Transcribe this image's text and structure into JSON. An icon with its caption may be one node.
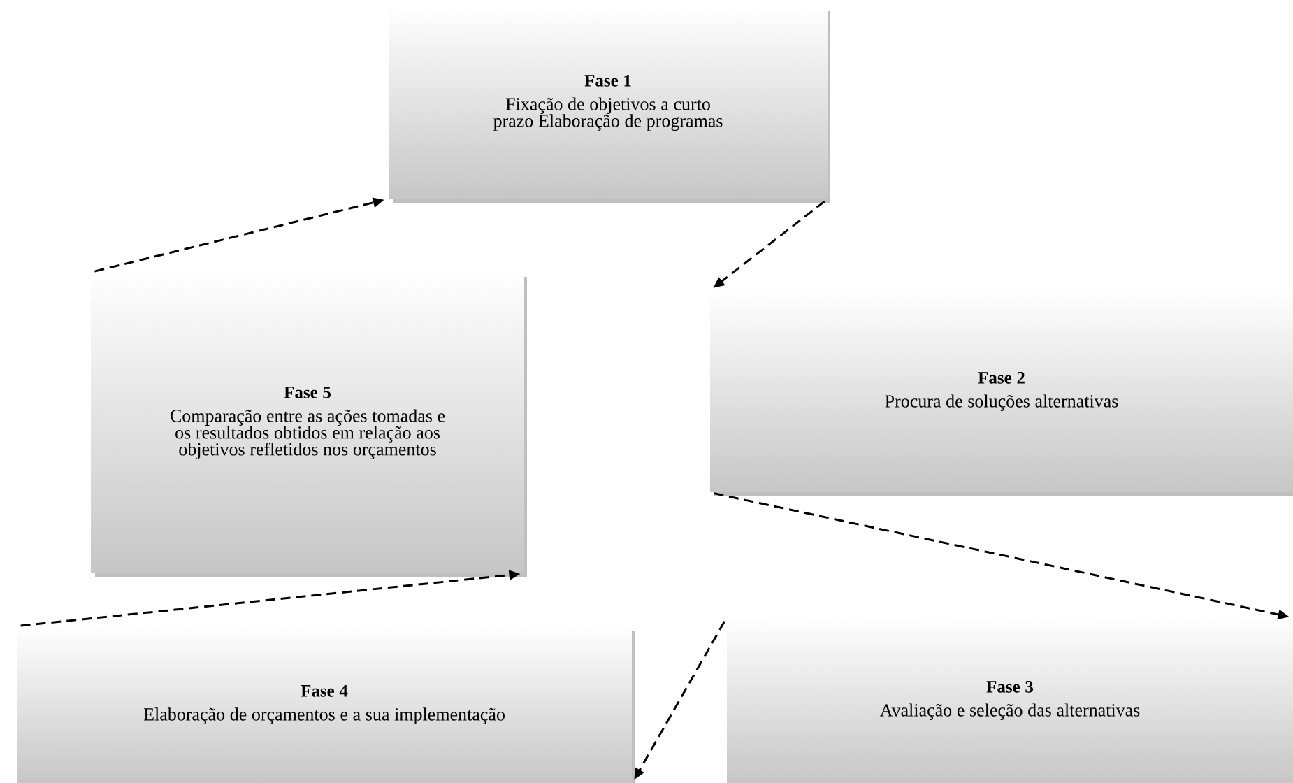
{
  "diagram": {
    "nodes": [
      {
        "text": [
          "Fase 1",
          "Fixação de objetivos a curto prazo Elaboração de programas"
        ]
      },
      {
        "text": [
          "Fase 2",
          "Procura de soluções alternativas"
        ]
      },
      {
        "text": [
          "Fase 3",
          "Avaliação e seleção das alternativas"
        ]
      },
      {
        "text": [
          "Fase 4",
          "Elaboração de orçamentos e a sua implementação"
        ]
      },
      {
        "text": [
          "Fase 5",
          "Comparação entre as ações tomadas e os resultados obtidos em relação aos objetivos refletidos nos orçamentos"
        ]
      }
    ],
    "edges": [
      {
        "from": 0,
        "to": 1,
        "arrow": "to",
        "style": "dashed"
      },
      {
        "from": 1,
        "to": 2,
        "arrow": "to",
        "style": "dashed"
      },
      {
        "from": 2,
        "to": 3,
        "arrow": "to",
        "style": "dashed"
      },
      {
        "from": 3,
        "to": 4,
        "arrow": "to",
        "style": "dashed"
      },
      {
        "from": 4,
        "to": 0,
        "arrow": "to",
        "style": "dashed"
      }
    ]
  }
}
